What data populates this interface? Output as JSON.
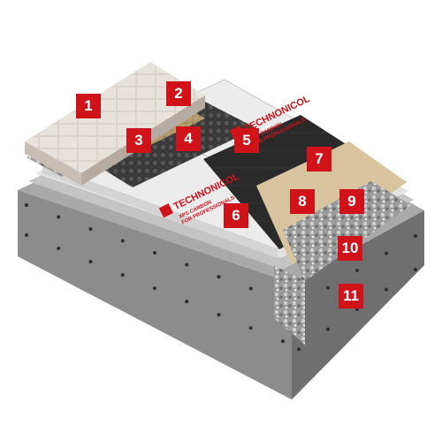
{
  "colors": {
    "marker": "#d0121b",
    "marker_text": "#ffffff",
    "brand_text": "#d0121b"
  },
  "brand": {
    "name": "TECHNONICOL",
    "tagline_line1": "XPS CARBON",
    "tagline_line2": "FOR PROFESSIONALS"
  },
  "markers": [
    {
      "number": "1"
    },
    {
      "number": "2"
    },
    {
      "number": "3"
    },
    {
      "number": "4"
    },
    {
      "number": "5"
    },
    {
      "number": "6"
    },
    {
      "number": "7"
    },
    {
      "number": "8"
    },
    {
      "number": "9"
    },
    {
      "number": "10"
    },
    {
      "number": "11"
    }
  ]
}
